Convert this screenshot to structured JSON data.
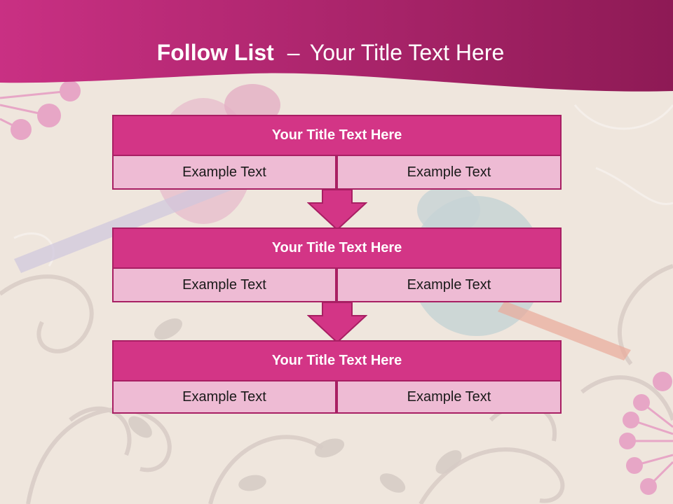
{
  "slide": {
    "title_bold": "Follow List",
    "title_dash": "–",
    "title_rest": "Your Title Text Here"
  },
  "blocks": [
    {
      "header": "Your Title Text Here",
      "left": "Example Text",
      "right": "Example Text"
    },
    {
      "header": "Your Title Text Here",
      "left": "Example Text",
      "right": "Example Text"
    },
    {
      "header": "Your Title Text Here",
      "left": "Example Text",
      "right": "Example Text"
    }
  ],
  "colors": {
    "banner": "#c72b7f",
    "header": "#d33586",
    "cell": "#eebbd4",
    "border": "#a81f63",
    "background": "#efe6dd"
  }
}
